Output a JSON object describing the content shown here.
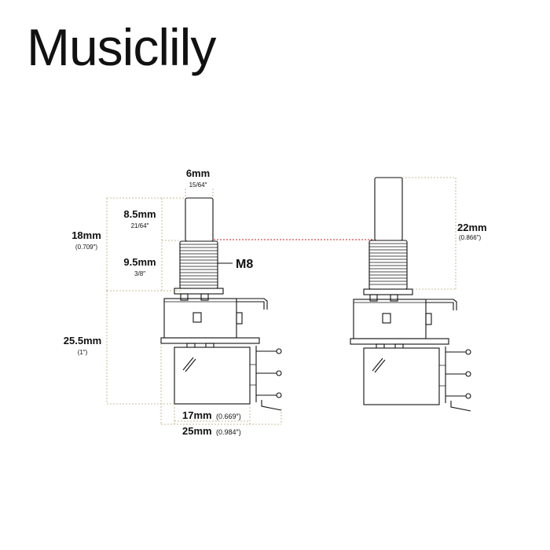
{
  "brand": "Musiclily",
  "dimensions": {
    "shaft_diameter": {
      "metric": "6mm",
      "imperial": "15/64″"
    },
    "shaft_length": {
      "metric": "8.5mm",
      "imperial": "21/64″"
    },
    "total_shaft": {
      "metric": "18mm",
      "imperial": "(0.709″)"
    },
    "thread_length": {
      "metric": "9.5mm",
      "imperial": "3/8″"
    },
    "thread_size": "M8",
    "body_height": {
      "metric": "25.5mm",
      "imperial": "(1″)"
    },
    "body_width_17": {
      "metric": "17mm",
      "imperial": "(0.669″)"
    },
    "body_width_25": {
      "metric": "25mm",
      "imperial": "(0.984″)"
    },
    "pushed_length": {
      "metric": "22mm",
      "imperial": "(0.866″)"
    }
  },
  "colors": {
    "outline": "#111111",
    "dimension_line": "#b9a77a",
    "reference_line": "#d02020"
  }
}
